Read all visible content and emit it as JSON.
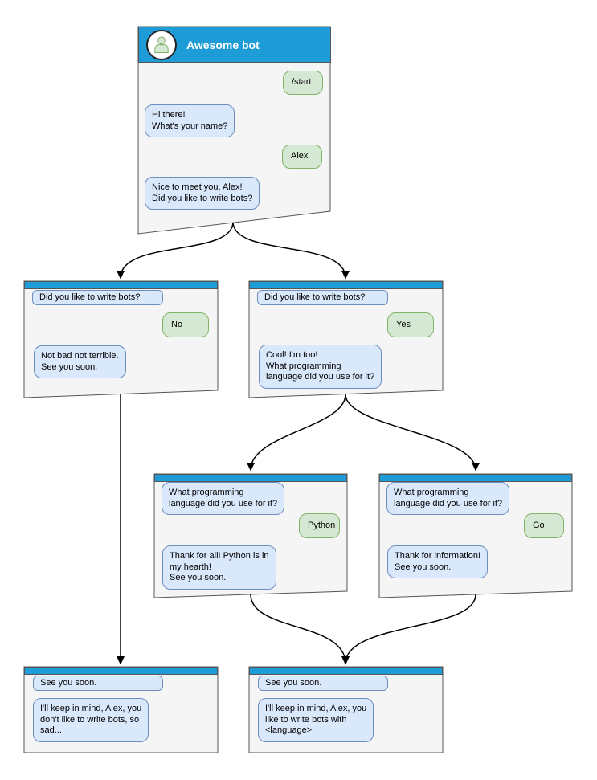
{
  "colors": {
    "header_blue": "#1e9cd7",
    "window_bg": "#f5f5f5",
    "window_border": "#555555",
    "bot_bubble_bg": "#dae8fc",
    "bot_bubble_border": "#6c8ebf",
    "user_bubble_bg": "#d5e8d4",
    "user_bubble_border": "#82b366",
    "arrow": "#000000"
  },
  "windows": {
    "main": {
      "title": "Awesome bot",
      "messages": {
        "start": "/start",
        "greeting": "Hi there!\nWhat's your name?",
        "name": "Alex",
        "nice": "Nice to meet you, Alex!\nDid you like to write bots?"
      }
    },
    "branch_no": {
      "messages": {
        "question": "Did you like to write bots?",
        "answer": "No",
        "reply": "Not bad not terrible.\nSee you soon."
      }
    },
    "branch_yes": {
      "messages": {
        "question": "Did you like to write bots?",
        "answer": "Yes",
        "reply": "Cool! I'm too!\nWhat programming\nlanguage did you use for it?"
      }
    },
    "branch_python": {
      "messages": {
        "question": "What programming\nlanguage did you use for it?",
        "answer": "Python",
        "reply": "Thank for all! Python is in\nmy hearth!\nSee you soon."
      }
    },
    "branch_go": {
      "messages": {
        "question": "What programming\nlanguage did you use for it?",
        "answer": "Go",
        "reply": "Thank for information!\nSee you soon."
      }
    },
    "end_no": {
      "messages": {
        "status": "See you soon.",
        "reply": "I'll keep in mind, Alex, you\ndon't like to write bots, so\nsad..."
      }
    },
    "end_yes": {
      "messages": {
        "status": "See you soon.",
        "reply": "I'll keep in mind, Alex, you\nlike to write bots with\n<language>"
      }
    }
  },
  "connections": [
    {
      "from": "main",
      "to": "branch_no"
    },
    {
      "from": "main",
      "to": "branch_yes"
    },
    {
      "from": "branch_no",
      "to": "end_no"
    },
    {
      "from": "branch_yes",
      "to": "branch_python"
    },
    {
      "from": "branch_yes",
      "to": "branch_go"
    },
    {
      "from": "branch_python",
      "to": "end_yes"
    },
    {
      "from": "branch_go",
      "to": "end_yes"
    }
  ]
}
